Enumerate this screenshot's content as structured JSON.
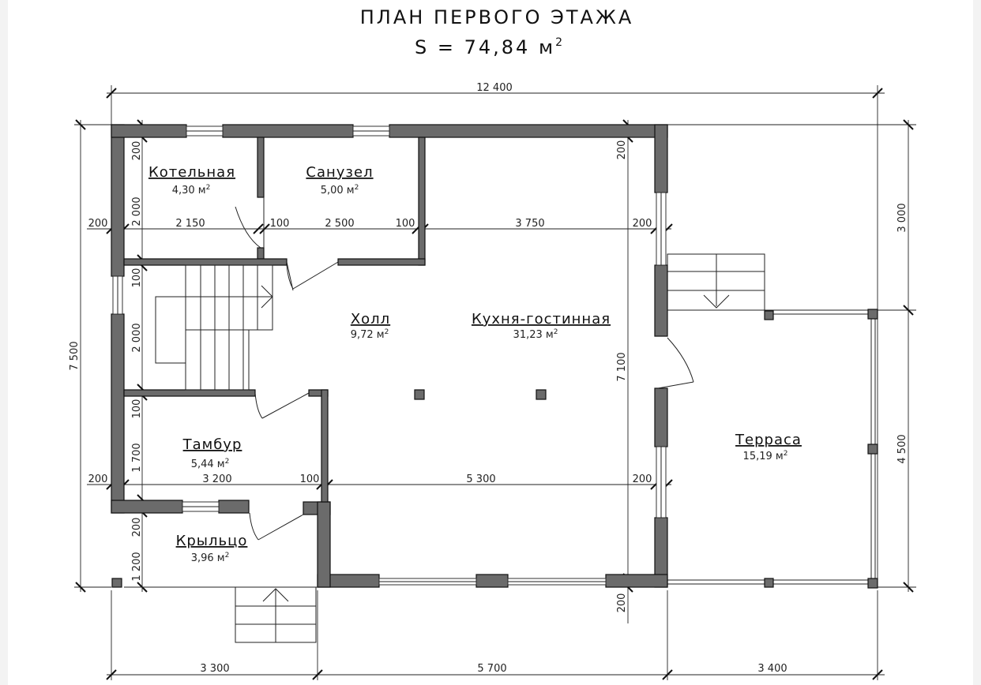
{
  "title": "ПЛАН ПЕРВОГО ЭТАЖА",
  "area_label": "S = 74,84 м",
  "area_sup": "2",
  "rooms": {
    "kotelnaya": {
      "name": "Котельная",
      "area": "4,30 м"
    },
    "sanuzel": {
      "name": "Санузел",
      "area": "5,00 м"
    },
    "holl": {
      "name": "Холл",
      "area": "9,72 м"
    },
    "kuhnya": {
      "name": "Кухня-гостинная",
      "area": "31,23 м"
    },
    "tambur": {
      "name": "Тамбур",
      "area": "5,44 м"
    },
    "krylco": {
      "name": "Крыльцо",
      "area": "3,96 м"
    },
    "terrasa": {
      "name": "Терраса",
      "area": "15,19 м"
    }
  },
  "sup2": "2",
  "dims": {
    "top_total": "12 400",
    "bottom_1": "3 300",
    "bottom_2": "5 700",
    "bottom_3": "3 400",
    "left_total": "7 500",
    "right_1": "3 000",
    "right_2": "4 500",
    "inner_7100": "7 100",
    "row1": [
      "200",
      "2 150",
      "100",
      "2 500",
      "100",
      "3 750",
      "200"
    ],
    "row2": [
      "200",
      "3 200",
      "100",
      "5 300",
      "200"
    ],
    "vert": [
      "200",
      "2 000",
      "100",
      "2 000",
      "100",
      "1 700",
      "200",
      "1 200"
    ],
    "vert_top_right": "200",
    "vert_bottom_right": "200"
  }
}
